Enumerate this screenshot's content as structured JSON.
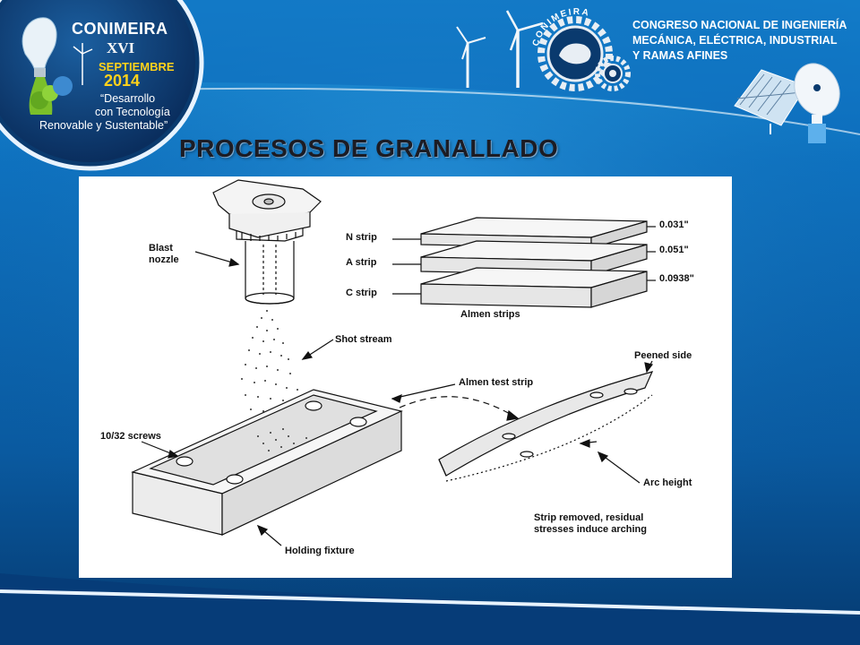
{
  "logo": {
    "name": "CONIMEIRA",
    "edition": "XVI",
    "month": "SEPTIEMBRE",
    "year": "2014",
    "slogan_line1": "“Desarrollo",
    "slogan_line2": "con Tecnología",
    "slogan_line3": "Renovable y Sustentable”"
  },
  "emblem_text": "CONIMEIRA",
  "organization": {
    "line1": "CONGRESO NACIONAL DE INGENIERÍA",
    "line2": "MECÁNICA, ELÉCTRICA, INDUSTRIAL",
    "line3": "Y RAMAS AFINES"
  },
  "slide_title": "PROCESOS DE GRANALLADO",
  "diagram": {
    "blast_nozzle_1": "Blast",
    "blast_nozzle_2": "nozzle",
    "n_strip": "N strip",
    "a_strip": "A strip",
    "c_strip": "C strip",
    "n_thickness": "0.031\"",
    "a_thickness": "0.051\"",
    "c_thickness": "0.0938\"",
    "almen_strips": "Almen strips",
    "shot_stream": "Shot stream",
    "almen_test_strip": "Almen test strip",
    "peened_side": "Peened side",
    "screws": "10/32 screws",
    "arc_height": "Arc height",
    "strip_removed_1": "Strip removed, residual",
    "strip_removed_2": "stresses induce arching",
    "holding_fixture": "Holding fixture"
  },
  "colors": {
    "background": "#0b5fa6",
    "title": "#1c1c24",
    "year": "#ffd21a"
  }
}
